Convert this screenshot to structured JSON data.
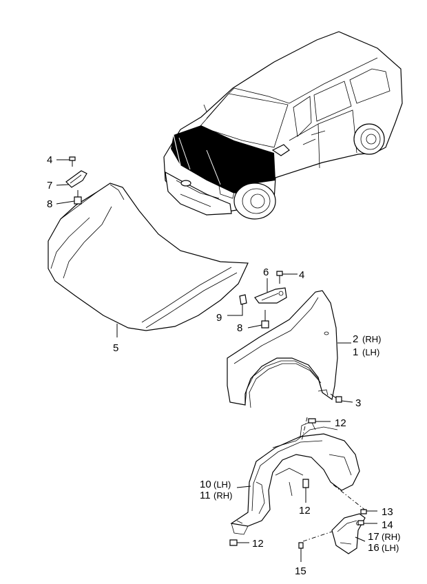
{
  "callouts": {
    "c4_top": "4",
    "c7": "7",
    "c8_top": "8",
    "c5": "5",
    "c6": "6",
    "c4_mid": "4",
    "c9": "9",
    "c8_mid": "8",
    "c2": "2",
    "c2_side": "(RH)",
    "c1": "1",
    "c1_side": "(LH)",
    "c3": "3",
    "c12_a": "12",
    "c10": "10",
    "c10_side": "(LH)",
    "c11": "11",
    "c11_side": "(RH)",
    "c12_b": "12",
    "c13": "13",
    "c14": "14",
    "c17": "17",
    "c17_side": "(RH)",
    "c16": "16",
    "c16_side": "(LH)",
    "c12_c": "12",
    "c15": "15"
  }
}
